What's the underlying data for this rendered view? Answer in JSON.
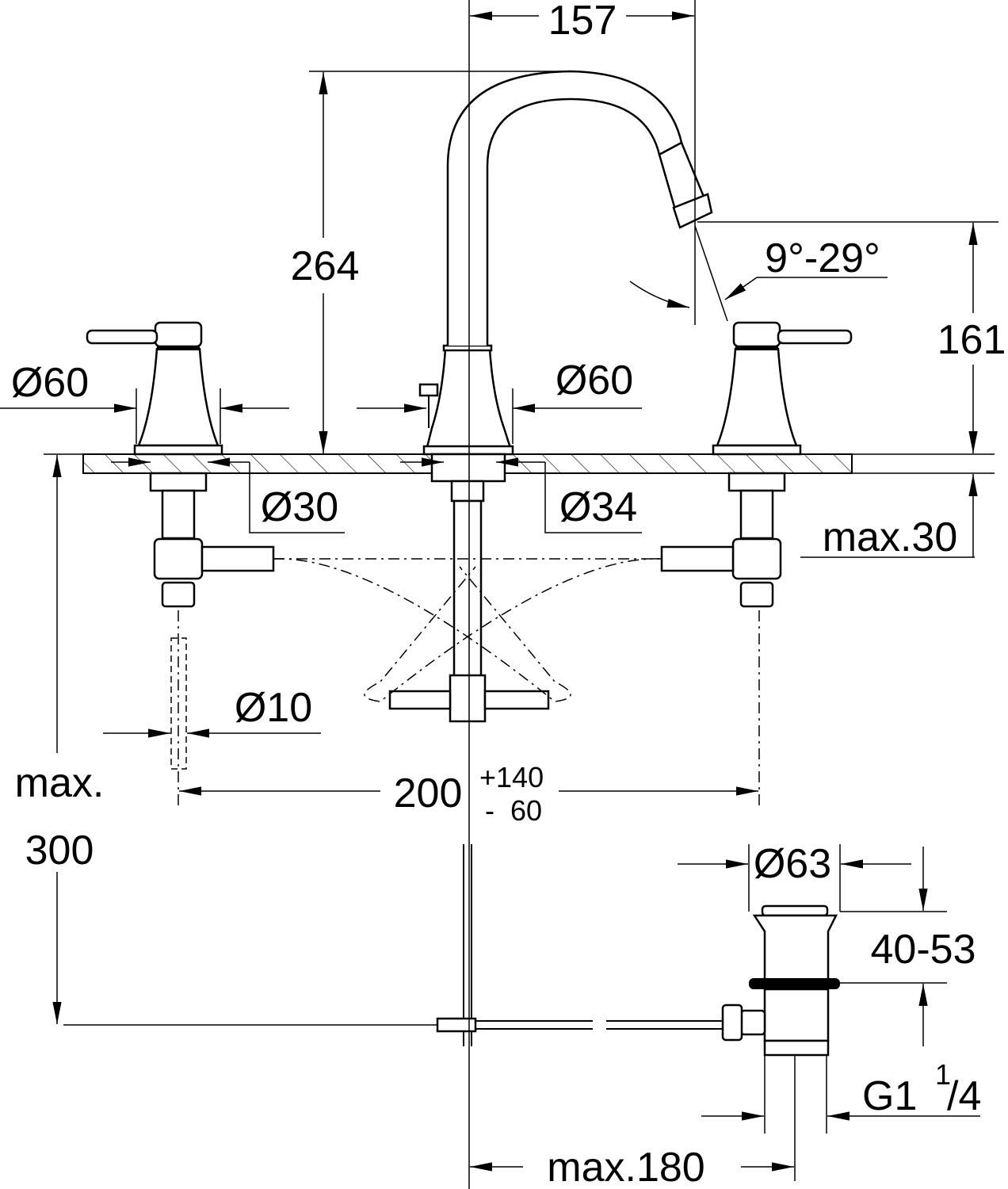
{
  "drawing": {
    "dimensions": {
      "spout_reach": "157",
      "spout_height": "264",
      "spout_angle": "9°-29°",
      "outlet_height": "161",
      "handle_base_diameter": "Ø60",
      "spout_base_diameter": "Ø60",
      "handle_hole_diameter": "Ø30",
      "spout_hole_diameter": "Ø34",
      "max_deck_thickness": "max.30",
      "hose_diameter": "Ø10",
      "max_depth_label": "max.",
      "max_depth_value": "300",
      "handle_spacing": "200",
      "spacing_tolerance_plus": "+140",
      "spacing_tolerance_minus": "-  60",
      "waste_diameter": "Ø63",
      "waste_range": "40-53",
      "thread_prefix": "G1",
      "thread_num": "1",
      "thread_den": "/4",
      "max_rod_distance": "max.180"
    }
  }
}
